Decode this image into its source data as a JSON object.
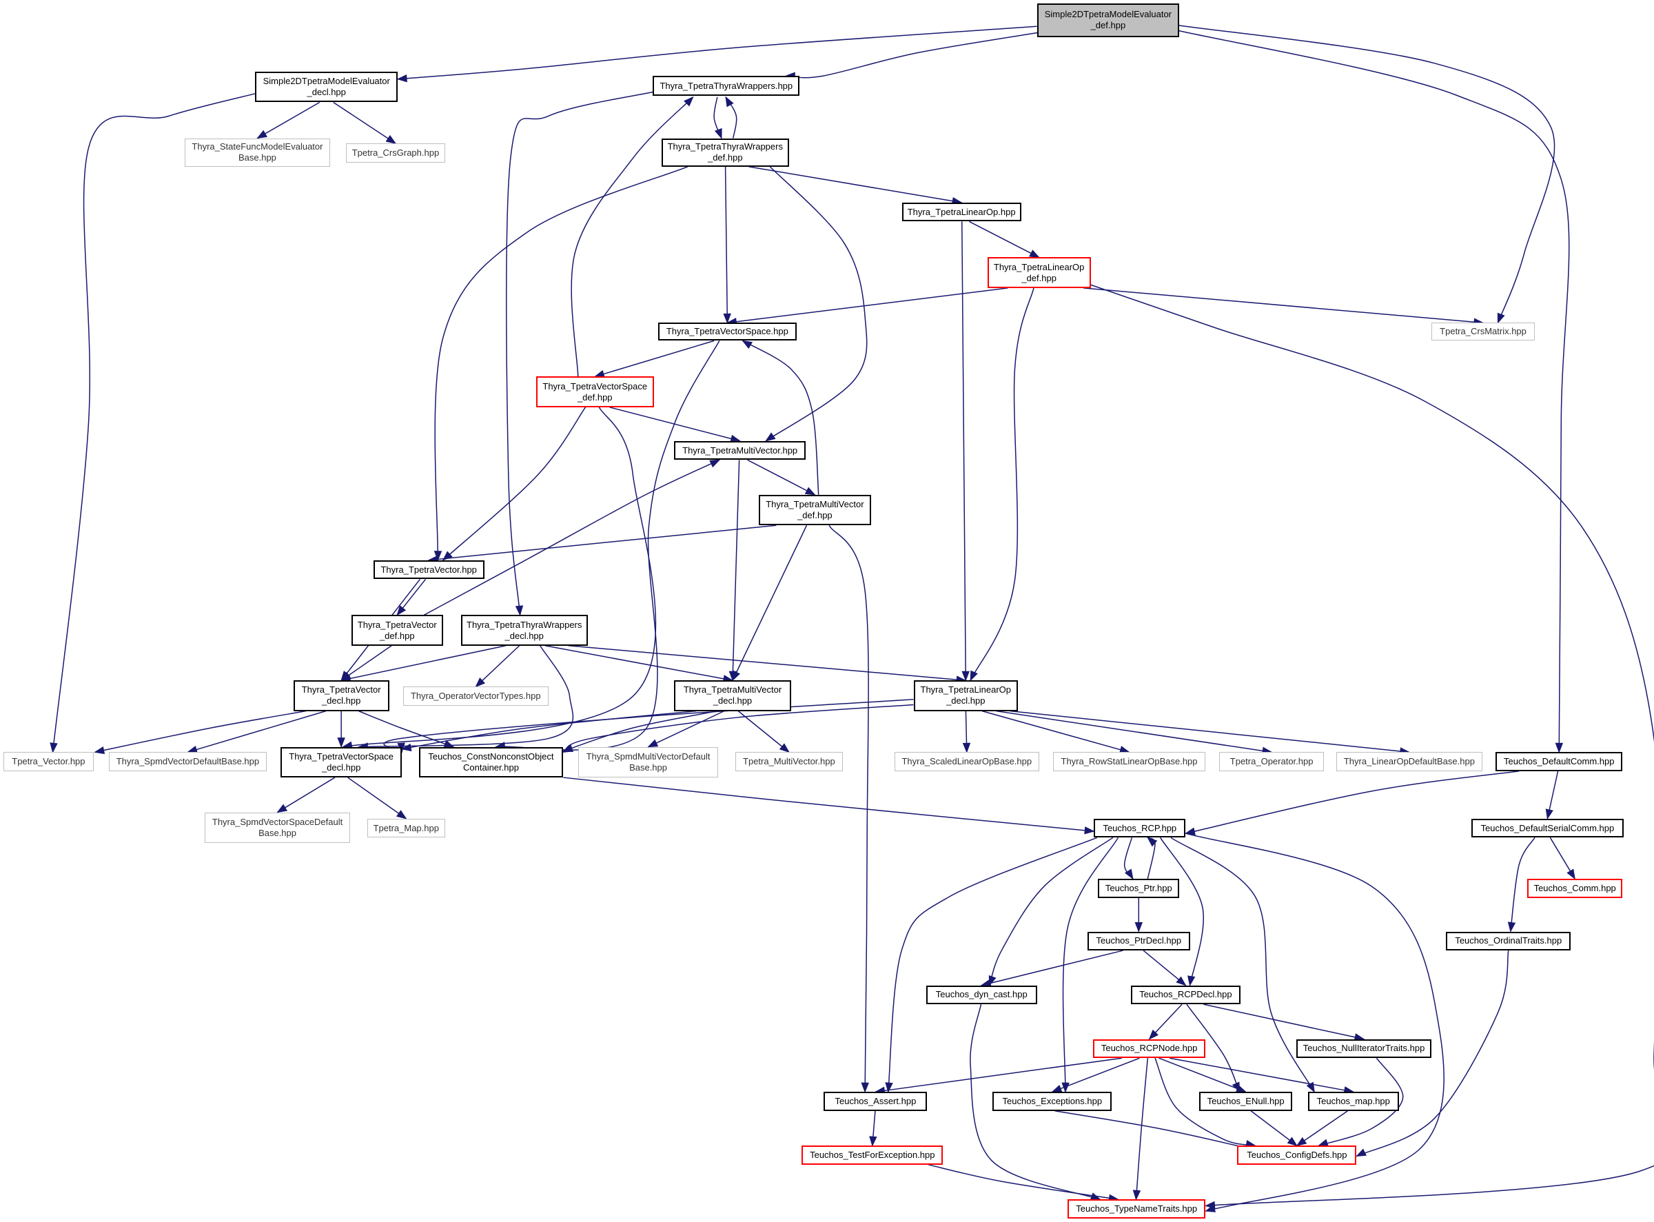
{
  "colors": {
    "edge": "#191970",
    "root_fill": "#bfbfbf",
    "normal_border": "#000000",
    "external_border": "#bfbfbf",
    "truncated_border": "#ff0000",
    "background": "#ffffff"
  },
  "nodes": [
    {
      "id": "n0",
      "kind": "root",
      "label": "Simple2DTpetraModelEvaluator\n_def.hpp"
    },
    {
      "id": "n1",
      "kind": "normal",
      "label": "Simple2DTpetraModelEvaluator\n_decl.hpp"
    },
    {
      "id": "n2",
      "kind": "normal",
      "label": "Thyra_TpetraThyraWrappers.hpp"
    },
    {
      "id": "n3",
      "kind": "normal",
      "label": "Thyra_TpetraThyraWrappers\n_def.hpp"
    },
    {
      "id": "n4",
      "kind": "ext",
      "label": "Thyra_StateFuncModelEvaluator\nBase.hpp"
    },
    {
      "id": "n5",
      "kind": "ext",
      "label": "Tpetra_CrsGraph.hpp"
    },
    {
      "id": "n6",
      "kind": "normal",
      "label": "Thyra_TpetraLinearOp.hpp"
    },
    {
      "id": "n7",
      "kind": "red",
      "label": "Thyra_TpetraLinearOp\n_def.hpp"
    },
    {
      "id": "n8",
      "kind": "normal",
      "label": "Thyra_TpetraVectorSpace.hpp"
    },
    {
      "id": "n9",
      "kind": "ext",
      "label": "Tpetra_CrsMatrix.hpp"
    },
    {
      "id": "n10",
      "kind": "red",
      "label": "Thyra_TpetraVectorSpace\n_def.hpp"
    },
    {
      "id": "n11",
      "kind": "normal",
      "label": "Thyra_TpetraMultiVector.hpp"
    },
    {
      "id": "n12",
      "kind": "normal",
      "label": "Thyra_TpetraMultiVector\n_def.hpp"
    },
    {
      "id": "n13",
      "kind": "normal",
      "label": "Thyra_TpetraVector.hpp"
    },
    {
      "id": "n14",
      "kind": "normal",
      "label": "Thyra_TpetraVector\n_def.hpp"
    },
    {
      "id": "n15",
      "kind": "normal",
      "label": "Thyra_TpetraThyraWrappers\n_decl.hpp"
    },
    {
      "id": "n16",
      "kind": "normal",
      "label": "Thyra_TpetraVector\n_decl.hpp"
    },
    {
      "id": "n17",
      "kind": "ext",
      "label": "Thyra_OperatorVectorTypes.hpp"
    },
    {
      "id": "n18",
      "kind": "normal",
      "label": "Thyra_TpetraMultiVector\n_decl.hpp"
    },
    {
      "id": "n19",
      "kind": "normal",
      "label": "Thyra_TpetraLinearOp\n_decl.hpp"
    },
    {
      "id": "n20",
      "kind": "ext",
      "label": "Tpetra_Vector.hpp"
    },
    {
      "id": "n21",
      "kind": "ext",
      "label": "Thyra_SpmdVectorDefaultBase.hpp"
    },
    {
      "id": "n22",
      "kind": "normal",
      "label": "Thyra_TpetraVectorSpace\n_decl.hpp"
    },
    {
      "id": "n23",
      "kind": "normal",
      "label": "Teuchos_ConstNonconstObject\nContainer.hpp"
    },
    {
      "id": "n24",
      "kind": "ext",
      "label": "Thyra_SpmdMultiVectorDefault\nBase.hpp"
    },
    {
      "id": "n25",
      "kind": "ext",
      "label": "Tpetra_MultiVector.hpp"
    },
    {
      "id": "n26",
      "kind": "ext",
      "label": "Thyra_ScaledLinearOpBase.hpp"
    },
    {
      "id": "n27",
      "kind": "ext",
      "label": "Thyra_RowStatLinearOpBase.hpp"
    },
    {
      "id": "n28",
      "kind": "ext",
      "label": "Tpetra_Operator.hpp"
    },
    {
      "id": "n29",
      "kind": "ext",
      "label": "Thyra_LinearOpDefaultBase.hpp"
    },
    {
      "id": "n30",
      "kind": "normal",
      "label": "Teuchos_DefaultComm.hpp"
    },
    {
      "id": "n31",
      "kind": "ext",
      "label": "Thyra_SpmdVectorSpaceDefault\nBase.hpp"
    },
    {
      "id": "n32",
      "kind": "ext",
      "label": "Tpetra_Map.hpp"
    },
    {
      "id": "n33",
      "kind": "normal",
      "label": "Teuchos_RCP.hpp"
    },
    {
      "id": "n34",
      "kind": "normal",
      "label": "Teuchos_DefaultSerialComm.hpp"
    },
    {
      "id": "n35",
      "kind": "normal",
      "label": "Teuchos_Ptr.hpp"
    },
    {
      "id": "n36",
      "kind": "red",
      "label": "Teuchos_Comm.hpp"
    },
    {
      "id": "n37",
      "kind": "normal",
      "label": "Teuchos_PtrDecl.hpp"
    },
    {
      "id": "n38",
      "kind": "normal",
      "label": "Teuchos_OrdinalTraits.hpp"
    },
    {
      "id": "n39",
      "kind": "normal",
      "label": "Teuchos_dyn_cast.hpp"
    },
    {
      "id": "n40",
      "kind": "normal",
      "label": "Teuchos_RCPDecl.hpp"
    },
    {
      "id": "n41",
      "kind": "red",
      "label": "Teuchos_RCPNode.hpp"
    },
    {
      "id": "n42",
      "kind": "normal",
      "label": "Teuchos_NullIteratorTraits.hpp"
    },
    {
      "id": "n43",
      "kind": "normal",
      "label": "Teuchos_Assert.hpp"
    },
    {
      "id": "n44",
      "kind": "normal",
      "label": "Teuchos_Exceptions.hpp"
    },
    {
      "id": "n45",
      "kind": "normal",
      "label": "Teuchos_ENull.hpp"
    },
    {
      "id": "n46",
      "kind": "normal",
      "label": "Teuchos_map.hpp"
    },
    {
      "id": "n47",
      "kind": "red",
      "label": "Teuchos_TestForException.hpp"
    },
    {
      "id": "n48",
      "kind": "red",
      "label": "Teuchos_ConfigDefs.hpp"
    },
    {
      "id": "n49",
      "kind": "red",
      "label": "Teuchos_TypeNameTraits.hpp"
    }
  ],
  "edges": [
    [
      "n0",
      "n1"
    ],
    [
      "n0",
      "n2"
    ],
    [
      "n0",
      "n9"
    ],
    [
      "n0",
      "n30"
    ],
    [
      "n1",
      "n4"
    ],
    [
      "n1",
      "n5"
    ],
    [
      "n1",
      "n20"
    ],
    [
      "n2",
      "n3"
    ],
    [
      "n2",
      "n15"
    ],
    [
      "n3",
      "n2"
    ],
    [
      "n3",
      "n6"
    ],
    [
      "n3",
      "n8"
    ],
    [
      "n3",
      "n11"
    ],
    [
      "n3",
      "n13"
    ],
    [
      "n6",
      "n7"
    ],
    [
      "n6",
      "n19"
    ],
    [
      "n7",
      "n8"
    ],
    [
      "n7",
      "n9"
    ],
    [
      "n7",
      "n19"
    ],
    [
      "n7",
      "n49"
    ],
    [
      "n8",
      "n10"
    ],
    [
      "n8",
      "n23"
    ],
    [
      "n10",
      "n2"
    ],
    [
      "n10",
      "n11"
    ],
    [
      "n10",
      "n13"
    ],
    [
      "n10",
      "n22"
    ],
    [
      "n11",
      "n12"
    ],
    [
      "n11",
      "n18"
    ],
    [
      "n12",
      "n8"
    ],
    [
      "n12",
      "n13"
    ],
    [
      "n12",
      "n18"
    ],
    [
      "n12",
      "n43"
    ],
    [
      "n13",
      "n14"
    ],
    [
      "n13",
      "n16"
    ],
    [
      "n14",
      "n11"
    ],
    [
      "n14",
      "n16"
    ],
    [
      "n15",
      "n16"
    ],
    [
      "n15",
      "n17"
    ],
    [
      "n15",
      "n18"
    ],
    [
      "n15",
      "n19"
    ],
    [
      "n15",
      "n22"
    ],
    [
      "n16",
      "n20"
    ],
    [
      "n16",
      "n21"
    ],
    [
      "n16",
      "n22"
    ],
    [
      "n16",
      "n23"
    ],
    [
      "n18",
      "n22"
    ],
    [
      "n18",
      "n23"
    ],
    [
      "n18",
      "n24"
    ],
    [
      "n18",
      "n25"
    ],
    [
      "n19",
      "n22"
    ],
    [
      "n19",
      "n23"
    ],
    [
      "n19",
      "n26"
    ],
    [
      "n19",
      "n27"
    ],
    [
      "n19",
      "n28"
    ],
    [
      "n19",
      "n29"
    ],
    [
      "n22",
      "n31"
    ],
    [
      "n22",
      "n32"
    ],
    [
      "n23",
      "n33"
    ],
    [
      "n30",
      "n33"
    ],
    [
      "n30",
      "n34"
    ],
    [
      "n33",
      "n35"
    ],
    [
      "n33",
      "n39"
    ],
    [
      "n33",
      "n40"
    ],
    [
      "n33",
      "n43"
    ],
    [
      "n33",
      "n44"
    ],
    [
      "n33",
      "n46"
    ],
    [
      "n33",
      "n49"
    ],
    [
      "n34",
      "n36"
    ],
    [
      "n34",
      "n38"
    ],
    [
      "n35",
      "n33"
    ],
    [
      "n35",
      "n37"
    ],
    [
      "n37",
      "n39"
    ],
    [
      "n37",
      "n40"
    ],
    [
      "n38",
      "n48"
    ],
    [
      "n39",
      "n49"
    ],
    [
      "n40",
      "n41"
    ],
    [
      "n40",
      "n42"
    ],
    [
      "n40",
      "n45"
    ],
    [
      "n41",
      "n43"
    ],
    [
      "n41",
      "n44"
    ],
    [
      "n41",
      "n45"
    ],
    [
      "n41",
      "n46"
    ],
    [
      "n41",
      "n48"
    ],
    [
      "n41",
      "n49"
    ],
    [
      "n42",
      "n48"
    ],
    [
      "n43",
      "n47"
    ],
    [
      "n44",
      "n48"
    ],
    [
      "n45",
      "n48"
    ],
    [
      "n46",
      "n48"
    ],
    [
      "n47",
      "n49"
    ]
  ]
}
